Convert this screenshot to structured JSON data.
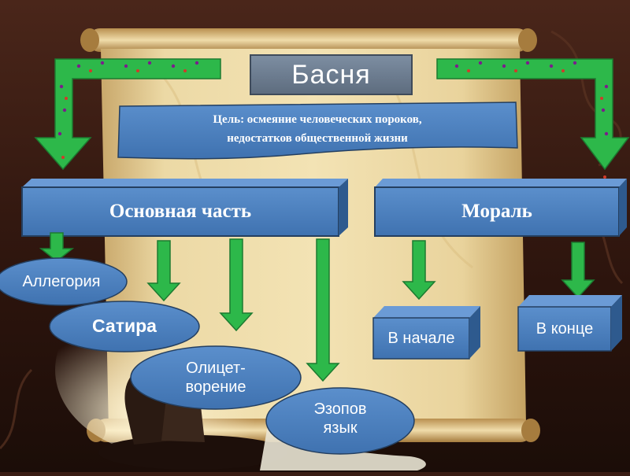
{
  "title": "Басня",
  "goal": {
    "line1": "Цель:  осмеяние человеческих пороков,",
    "line2": "недостатков общественной жизни"
  },
  "main_part": {
    "label": "Основная часть",
    "items": [
      "Аллегория",
      "Сатира",
      "Олицет-",
      "ворение",
      "Эзопов",
      "язык"
    ]
  },
  "moral": {
    "label": "Мораль",
    "items": [
      "В начале",
      "В конце"
    ]
  },
  "colors": {
    "background": "#3a1d14",
    "scroll": "#e6cf96",
    "box_blue": "#4a7ebb",
    "box_border": "#243f60",
    "arrow_green": "#2db84a",
    "title_box": "#6d7d90"
  },
  "icons": [
    "scroll-paper-background",
    "candlestick-decoration",
    "green-bent-arrow",
    "green-down-arrow"
  ]
}
